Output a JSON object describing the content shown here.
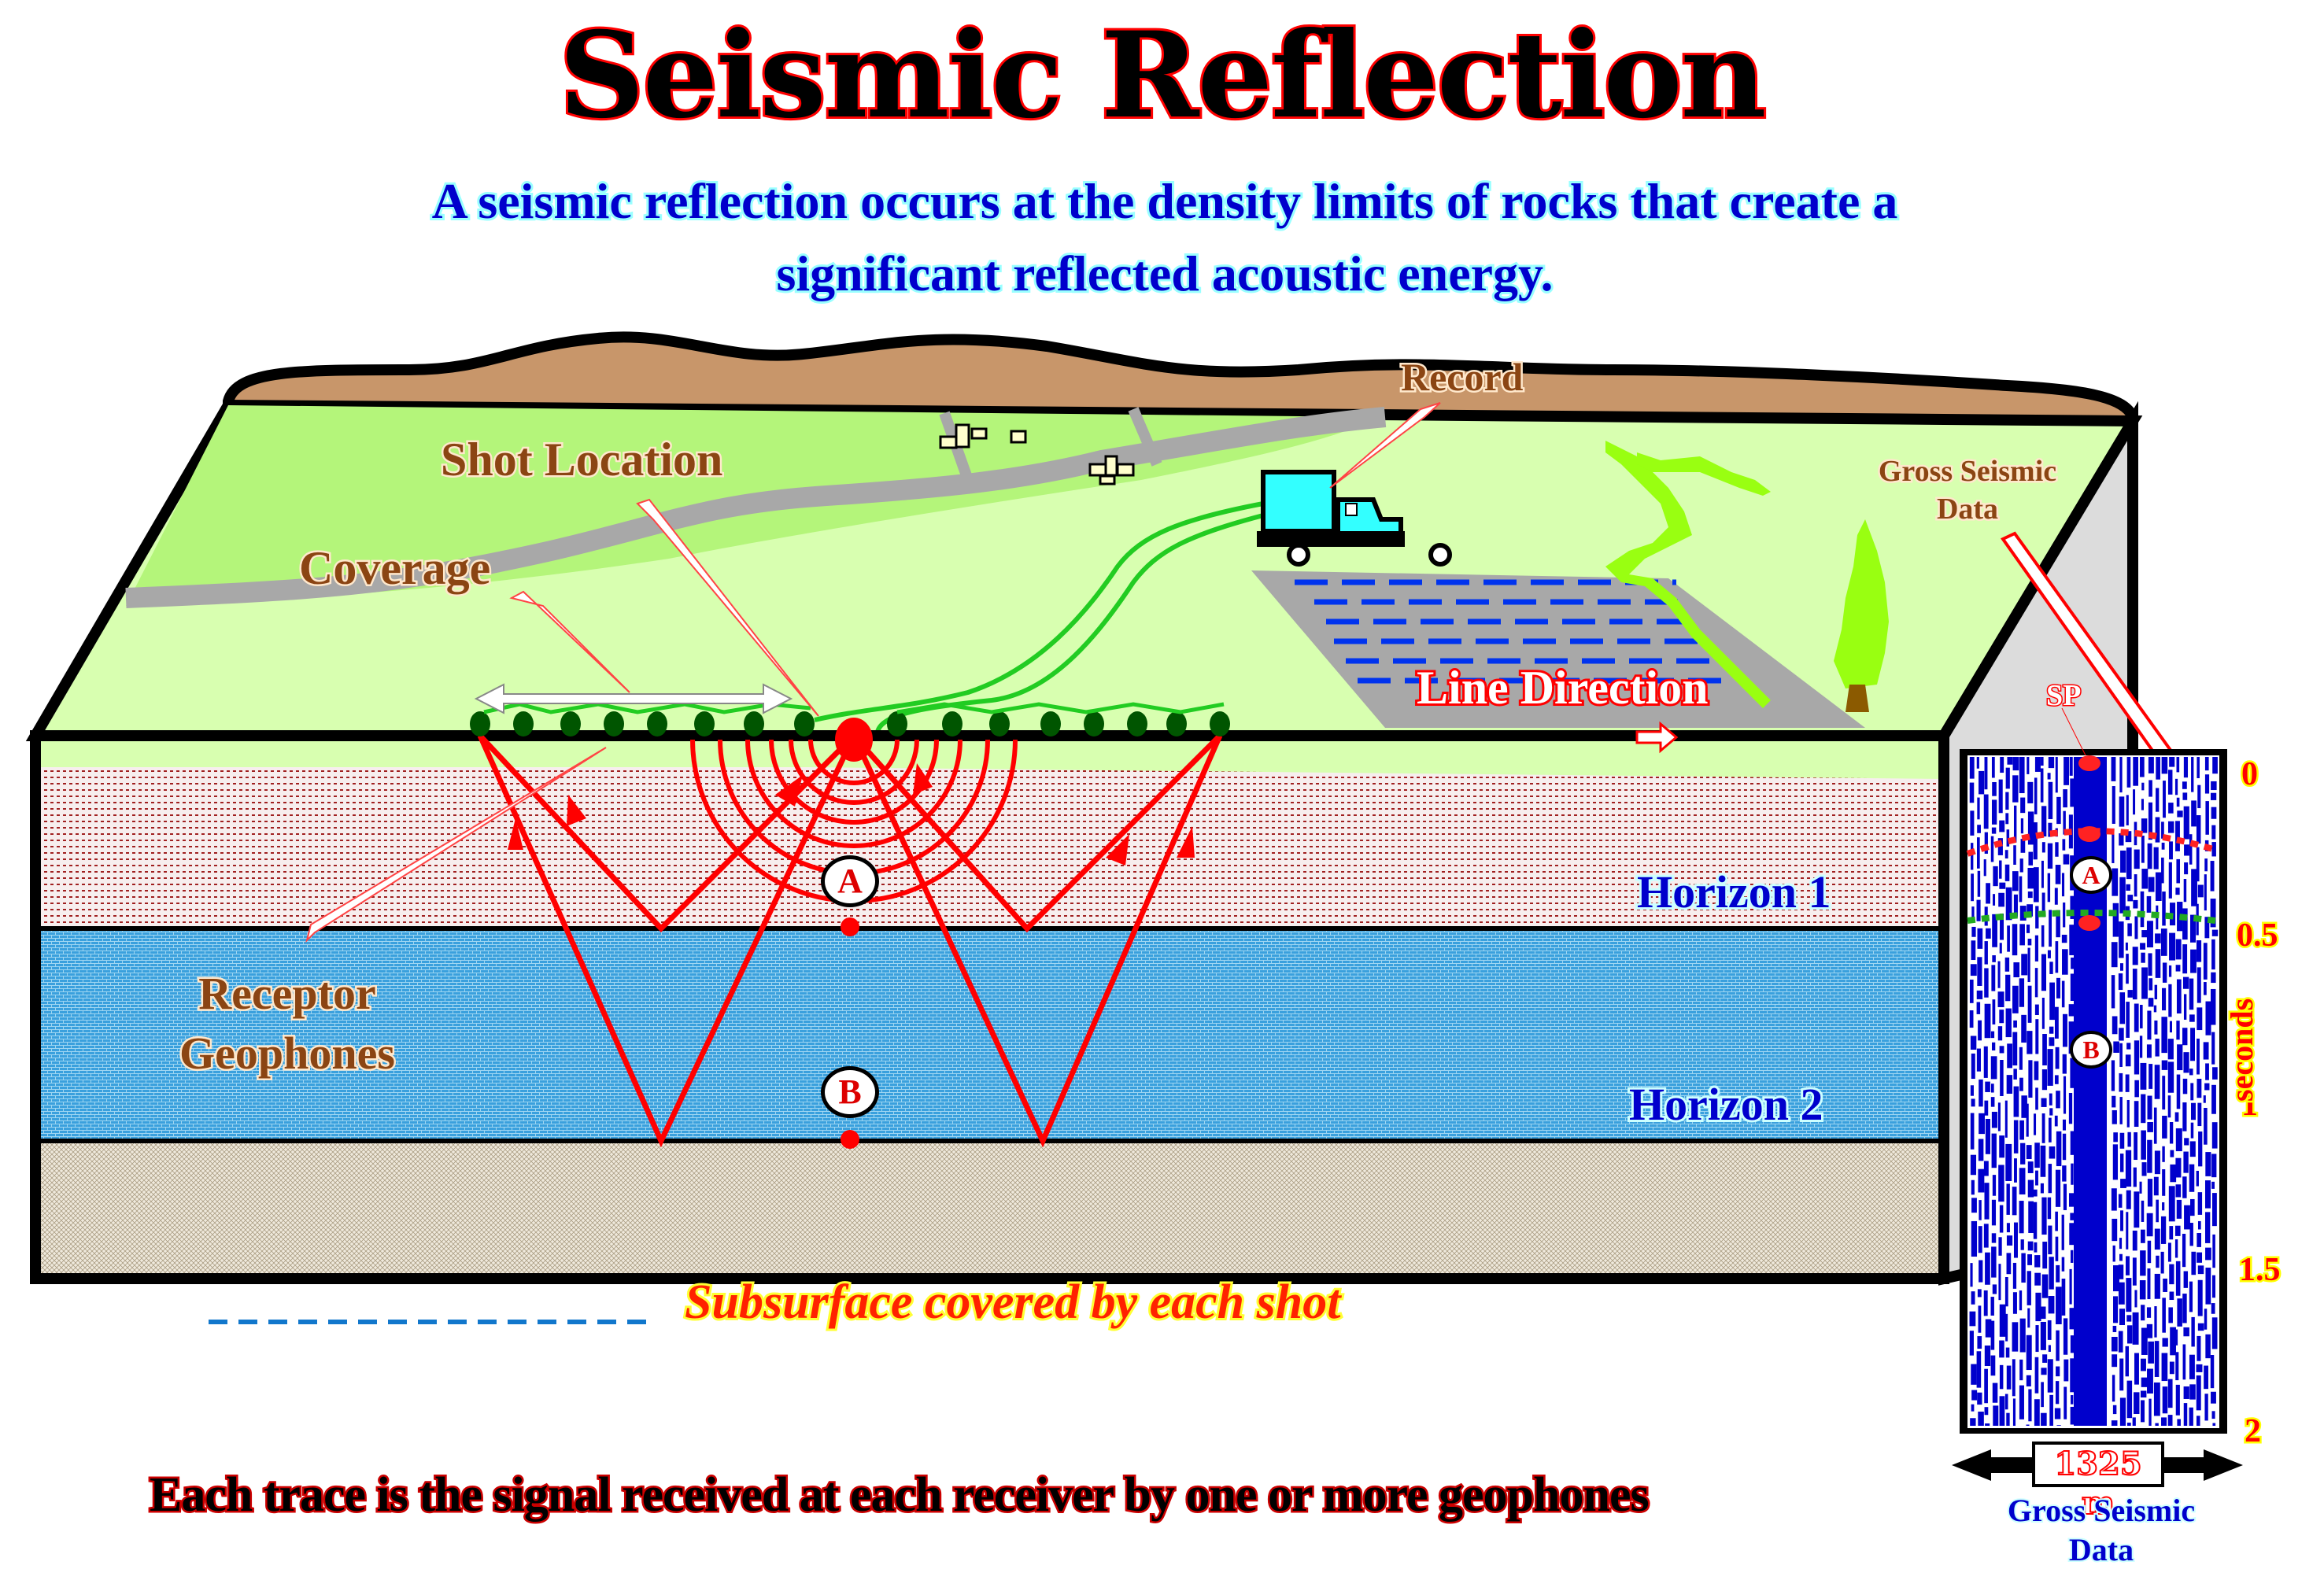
{
  "title": "Seismic Reflection",
  "subtitle": {
    "line1": "A seismic reflection occurs at the density limits of rocks that create a",
    "line2": "significant reflected acoustic energy."
  },
  "labels": {
    "record": "Record",
    "shot_location": "Shot Location",
    "coverage": "Coverage",
    "gross_seismic_data_top": "Gross Seismic Data",
    "line_direction": "Line Direction",
    "receptor_geophones_line1": "Receptor",
    "receptor_geophones_line2": "Geophones",
    "horizon_1": "Horizon 1",
    "horizon_2": "Horizon 2",
    "point_a": "A",
    "point_b": "B",
    "sp": "SP"
  },
  "legend": {
    "subsurface_covered": "Subsurface covered by each shot"
  },
  "footer": "Each trace is the signal received at each receiver by one or more geophones",
  "seismic_panel": {
    "time_axis_label": "seconds",
    "time_ticks": [
      "0",
      "0.5",
      "1",
      "1.5",
      "2"
    ],
    "width_label": "1325 m",
    "caption_line1": "Gross Seismic",
    "caption_line2": "Data",
    "marker_a": "A",
    "marker_b": "B"
  },
  "colors": {
    "title_fill": "#000000",
    "title_stroke": "#ff0000",
    "subtitle": "#0000cc",
    "ray": "#ff0000",
    "geophone": "#005500",
    "surface_green": "#d8ffb0",
    "hill": "#c8966a",
    "layer1": "#f4e8e8",
    "layer2": "#44aadd",
    "layer3": "#eee8dc",
    "seismic_blue": "#0000cc"
  }
}
